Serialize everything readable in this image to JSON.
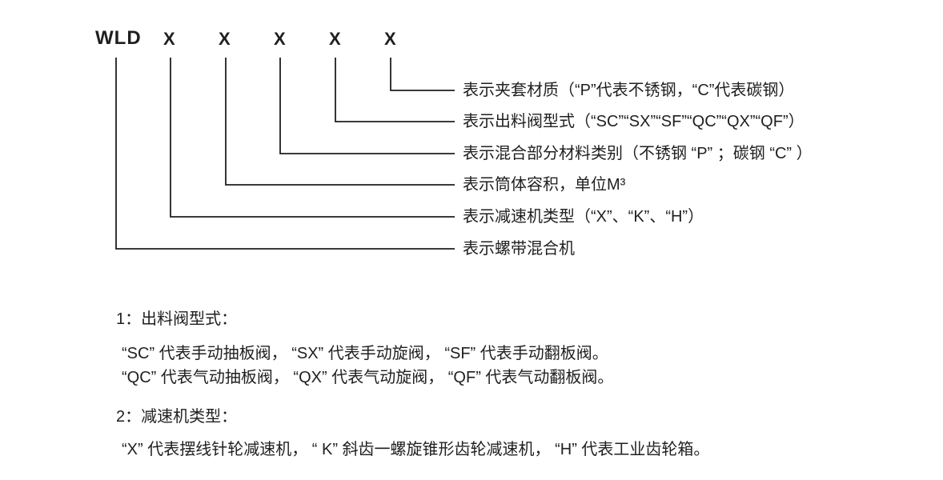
{
  "model_code": {
    "prefix": "WLD",
    "positions": [
      "X",
      "X",
      "X",
      "X",
      "X"
    ]
  },
  "callouts": [
    "表示夹套材质（“P”代表不锈钢，“C”代表碳钢）",
    "表示出料阀型式（“SC”“SX”“SF”“QC”“QX”“QF”）",
    "表示混合部分材料类别（不锈钢 “P” ；碳钢 “C” ）",
    "表示筒体容积，单位M³",
    "表示减速机类型（“X”、“K”、“H”）",
    "表示螺带混合机"
  ],
  "notes": {
    "note1_heading": "1：出料阀型式：",
    "note1_line1": "“SC” 代表手动抽板阀， “SX” 代表手动旋阀， “SF” 代表手动翻板阀。",
    "note1_line2": "“QC” 代表气动抽板阀， “QX” 代表气动旋阀， “QF” 代表气动翻板阀。",
    "note2_heading": "2：减速机类型：",
    "note2_line1": "“X” 代表摆线针轮减速机， “ K” 斜齿一螺旋锥形齿轮减速机， “H” 代表工业齿轮箱。"
  },
  "colors": {
    "background": "#ffffff",
    "text": "#1f1f1f",
    "line": "#1f1f1f"
  }
}
